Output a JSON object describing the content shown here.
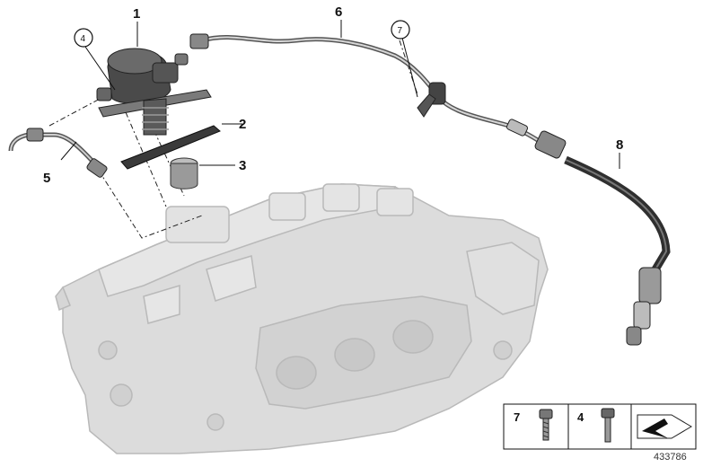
{
  "callouts": {
    "c1": "1",
    "c2": "2",
    "c3": "3",
    "c4": "4",
    "c5": "5",
    "c6": "6",
    "c7": "7",
    "c8": "8"
  },
  "legend": {
    "item7": "7",
    "item4": "4"
  },
  "diagram_id": "433786",
  "colors": {
    "engine_fill": "#dcdcdc",
    "engine_stroke": "#b4b4b4",
    "part_dark": "#3a3a3a",
    "part_mid": "#8c8c8c",
    "line": "#222222"
  }
}
